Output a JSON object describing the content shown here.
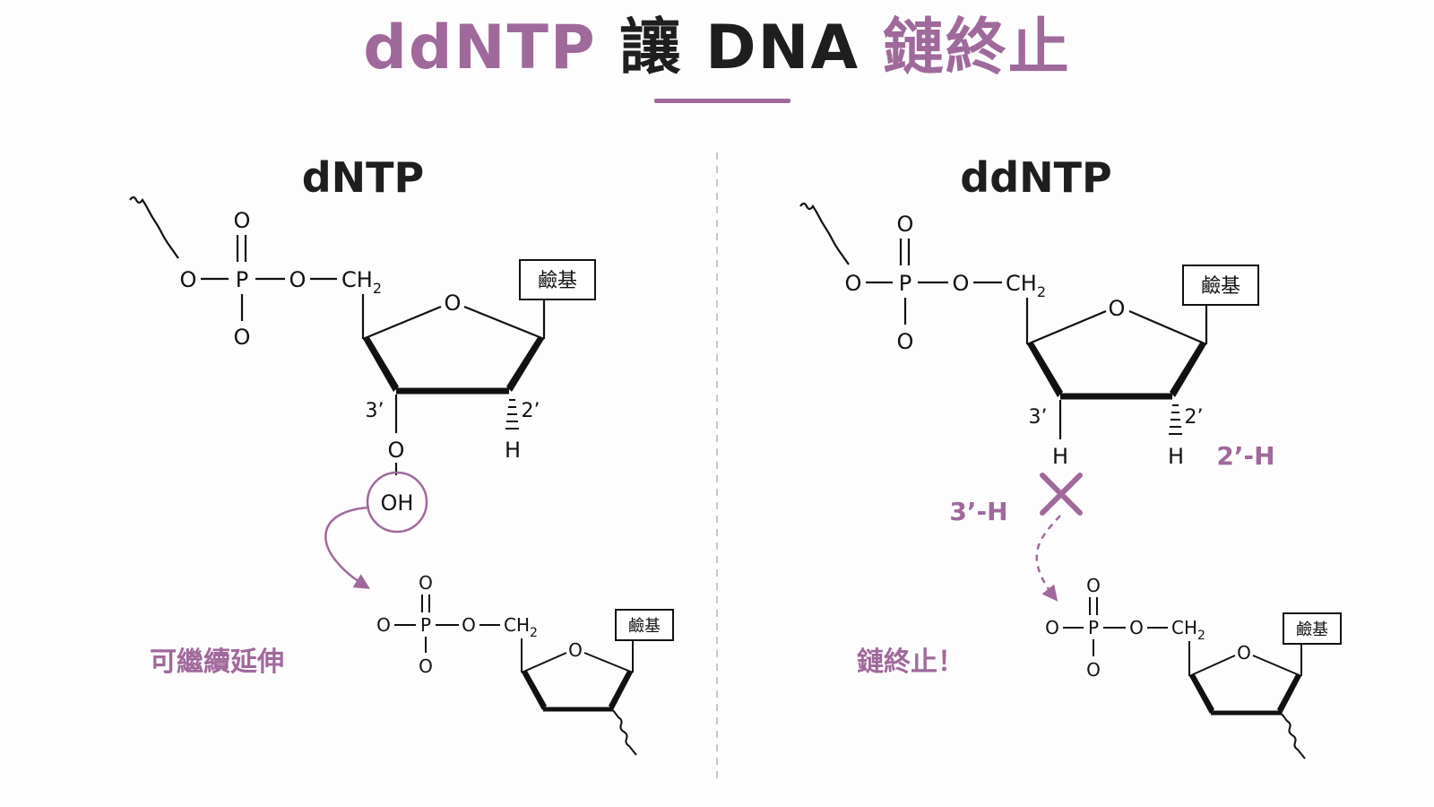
{
  "title": {
    "part1": "ddNTP",
    "part2": "讓",
    "part3": "DNA",
    "part4": "鏈終止"
  },
  "colors": {
    "accent": "#a0699b",
    "text": "#111111",
    "divider": "#c8c8c8"
  },
  "left": {
    "heading": "dNTP",
    "base_label": "鹼基",
    "oxygen_top": "O",
    "phosphorus": "P",
    "oxygen_bottom": "O",
    "oxygen_left": "O",
    "oxygen_bridge": "O",
    "ch2_main": "CH",
    "ch2_sub": "2",
    "ring_oxygen": "O",
    "prime3": "3’",
    "prime2": "2’",
    "h_2prime": "H",
    "oxygen_3prime": "O",
    "oh_label": "OH",
    "caption": "可繼續延伸",
    "next": {
      "oxygen_top": "O",
      "phosphorus": "P",
      "oxygen_bottom": "O",
      "oxygen_left": "O",
      "oxygen_bridge": "O",
      "ch2_main": "CH",
      "ch2_sub": "2",
      "ring_oxygen": "O",
      "base_label": "鹼基"
    }
  },
  "right": {
    "heading": "ddNTP",
    "base_label": "鹼基",
    "oxygen_top": "O",
    "phosphorus": "P",
    "oxygen_bottom": "O",
    "oxygen_left": "O",
    "oxygen_bridge": "O",
    "ch2_main": "CH",
    "ch2_sub": "2",
    "ring_oxygen": "O",
    "prime3": "3’",
    "prime2": "2’",
    "h_3prime": "H",
    "h_2prime": "H",
    "label_2h": "2’-H",
    "label_3h": "3’-H",
    "caption": "鏈終止！",
    "next": {
      "oxygen_top": "O",
      "phosphorus": "P",
      "oxygen_bottom": "O",
      "oxygen_left": "O",
      "oxygen_bridge": "O",
      "ch2_main": "CH",
      "ch2_sub": "2",
      "ring_oxygen": "O",
      "base_label": "鹼基"
    }
  }
}
